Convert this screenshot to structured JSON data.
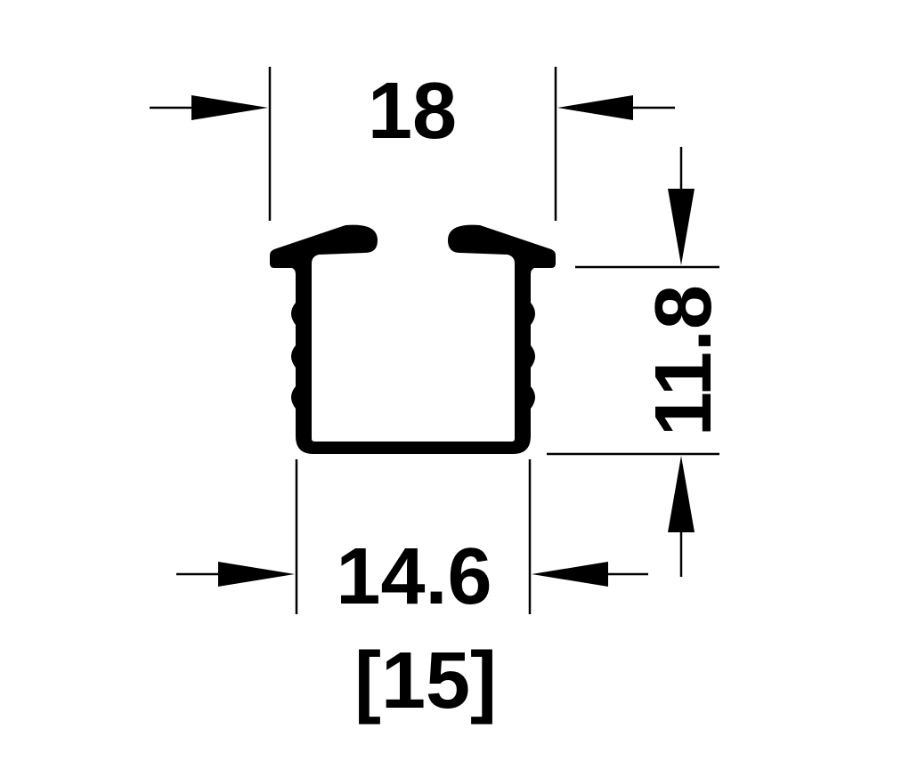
{
  "dimensions": {
    "top_width": "18",
    "height": "11.8",
    "bottom_width": "14.6",
    "bottom_width_alt": "[15]"
  },
  "colors": {
    "ink": "#000000",
    "background": "#ffffff"
  }
}
